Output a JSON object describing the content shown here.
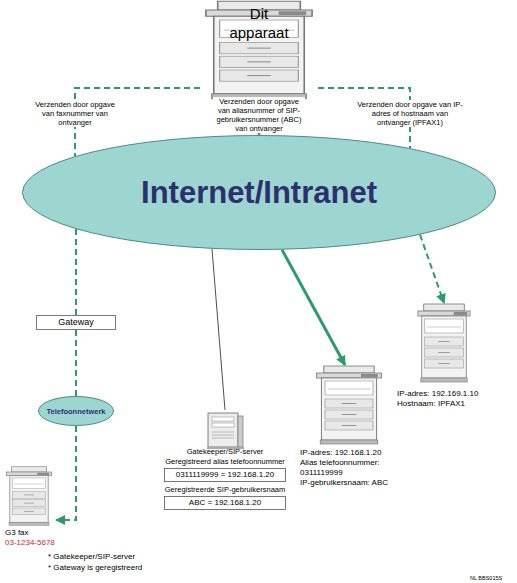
{
  "diagram": {
    "nodes": [
      {
        "text": [
          "Dit apparaat"
        ]
      },
      {
        "text": [
          "Internet/Intranet"
        ]
      },
      {
        "text": [
          "Gateway"
        ]
      },
      {
        "text": [
          "Telefoonnetwerk"
        ]
      },
      {
        "text": [
          "G3 fax",
          "03-1234-5678"
        ]
      },
      {
        "text": [
          "Gatekeeper/SIP-server",
          "Geregistreerd alias telefoonnummer",
          "Geregistreerde SIP-gebruikersnaam"
        ]
      },
      {
        "text": [
          "0311119999 = 192.168.1.20"
        ],
        "in": 5
      },
      {
        "text": [
          "ABC = 192.168.1.20"
        ],
        "in": 5
      },
      {
        "text": [
          "IP-adres: 192.168.1.20",
          "Alias telefoonnummer: 0311119999",
          "IP-gebruikersnaam: ABC"
        ]
      },
      {
        "text": [
          "IP-adres: 192.169.1.10",
          "Hostnaam: IPFAX1"
        ]
      }
    ],
    "edges": [
      {
        "from": 0,
        "to": 1,
        "label": "Verzenden door opgave van faxnummer van ontvanger",
        "arrow": "none"
      },
      {
        "from": 0,
        "to": 1,
        "label": "Verzenden door opgave van aliasnummer of SIP-gebruikersnummer (ABC) van ontvanger",
        "arrow": "none"
      },
      {
        "from": 0,
        "to": 1,
        "label": "Verzenden door opgave van IP-adres of hostnaam van ontvanger (IPFAX1)",
        "arrow": "none"
      },
      {
        "from": 1,
        "to": 2,
        "arrow": "none"
      },
      {
        "from": 2,
        "to": 3,
        "arrow": "none"
      },
      {
        "from": 3,
        "to": 4,
        "arrow": "to"
      },
      {
        "from": 1,
        "to": 8,
        "arrow": "to"
      },
      {
        "from": 1,
        "to": 9,
        "arrow": "to"
      },
      {
        "from": 1,
        "to": 5,
        "arrow": "none"
      }
    ],
    "labels": [
      "* Gatekeeper/SIP-server",
      "* Gateway is geregistreerd",
      "NL BBS015S"
    ]
  }
}
